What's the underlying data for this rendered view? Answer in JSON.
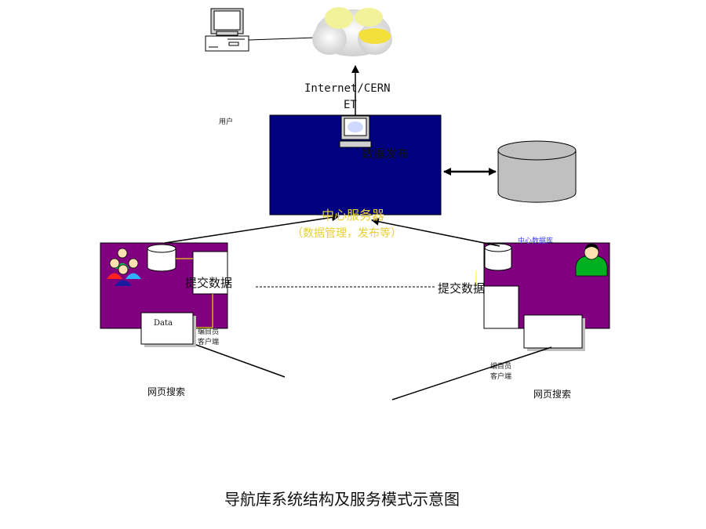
{
  "labels": {
    "user": "用户",
    "network": "Internet/CERN",
    "network_wrap": "ET",
    "data_publish": "数据发布",
    "central_server": "中心服务器",
    "central_server_sub": "（数据管理，发布等）",
    "central_db": "中心数据库",
    "submit_left": "提交数据",
    "submit_right": "提交数据",
    "data_doc": "Data",
    "cataloger_left_1": "编目员",
    "cataloger_left_2": "客户端",
    "cataloger_right_1": "编目员",
    "cataloger_right_2": "客户端",
    "web_search_left": "网页搜索",
    "web_search_right": "网页搜索",
    "caption": "导航库系统结构及服务模式示意图"
  },
  "colors": {
    "server_fill": "#000080",
    "client_fill": "#800080",
    "db_fill": "#c0c0c0",
    "label_yellow": "#e8cf33",
    "connector_yellow": "#ffff00"
  },
  "icons": [
    "desktop-computer-icon",
    "cloud-icon",
    "database-icon",
    "people-group-icon",
    "person-icon",
    "document-icon"
  ]
}
